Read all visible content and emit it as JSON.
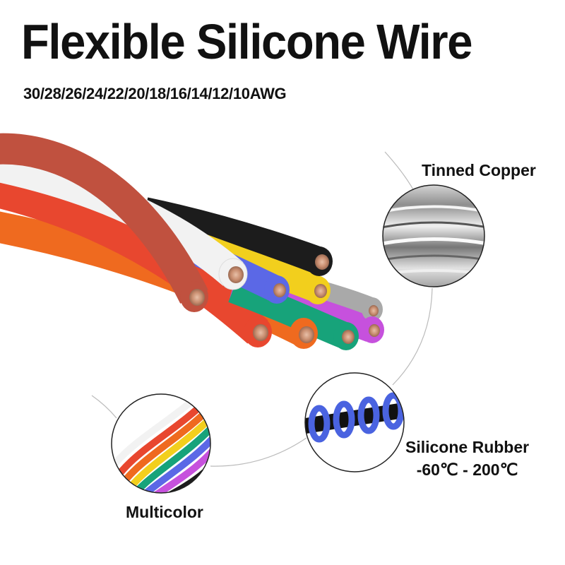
{
  "header": {
    "title": "Flexible Silicone Wire",
    "subtitle": "30/28/26/24/22/20/18/16/14/12/10AWG"
  },
  "features": {
    "copper": {
      "label": "Tinned Copper",
      "icon": "tinned-copper-closeup"
    },
    "rubber": {
      "label": "Silicone Rubber",
      "temp": "-60℃ - 200℃",
      "icon": "silicone-coil-closeup"
    },
    "multicolor": {
      "label": "Multicolor",
      "icon": "multicolor-bundle-closeup"
    }
  },
  "colors": {
    "red_brown": "#c0513f",
    "white": "#f2f2f2",
    "red": "#e8472f",
    "orange": "#ef6a1f",
    "black": "#1c1c1c",
    "blue": "#5b68e6",
    "yellow": "#f2cf1d",
    "gray": "#a9a9a9",
    "green": "#17a37a",
    "purple": "#c651dd",
    "copper_core": "#d39a7c"
  }
}
